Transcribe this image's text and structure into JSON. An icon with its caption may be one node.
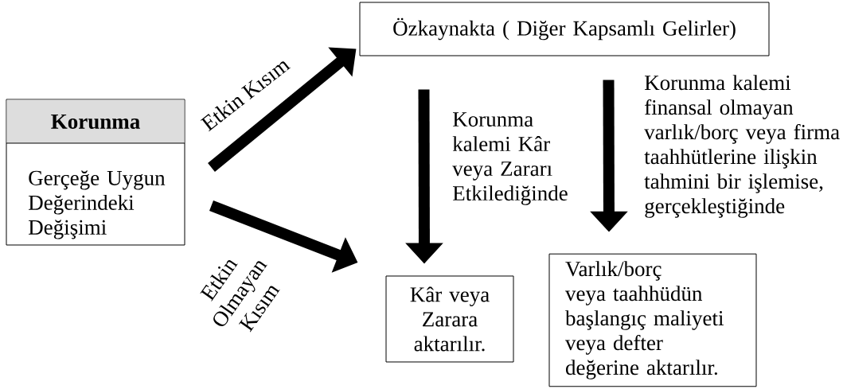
{
  "diagram": {
    "nodes": [
      {
        "text": [
          "Korunma",
          "Gerçeğe Uygun Değerindeki Değişimi"
        ]
      },
      {
        "text": [
          "Özkaynakta ( Diğer Kapsamlı Gelirler)"
        ]
      },
      {
        "text": [
          "Kâr veya Zarara aktarılır."
        ]
      },
      {
        "text": [
          "Varlık/borç veya taahhüdün başlangıç maliyeti veya defter değerine aktarılır."
        ]
      }
    ],
    "edges": [
      {
        "from": 0,
        "to": 1,
        "arrow": "to",
        "label": "Etkin Kısım"
      },
      {
        "from": 0,
        "to": 2,
        "arrow": "to",
        "label": "Etkin Olmayan Kısım"
      },
      {
        "from": 1,
        "to": 2,
        "arrow": "to",
        "label": "Korunma kalemi Kâr veya Zararı Etkilediğinde"
      },
      {
        "from": 1,
        "to": 3,
        "arrow": "to",
        "label": "Korunma kalemi finansal olmayan varlık/borç veya firma taahhütlerine ilişkin tahmini bir işlemise, gerçekleştiğinde"
      }
    ]
  }
}
